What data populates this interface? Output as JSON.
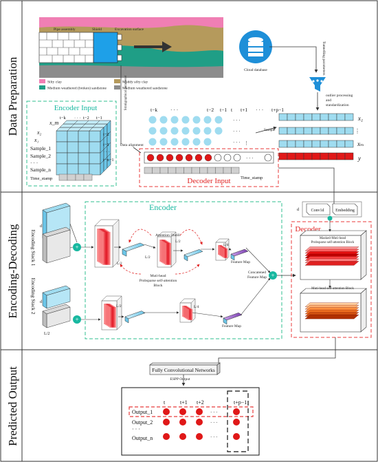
{
  "sections": {
    "data_preparation": "Data Preparation",
    "encoding_decoding": "Encoding-Decoding",
    "predicted_output": "Predicted Output"
  },
  "tbm": {
    "pipe_assembly": "Pipe assembly",
    "shield": "Shield",
    "excavation_surface": "Excavation surface",
    "legend": [
      "Silty clay",
      "Muddy silty clay",
      "Medium weathered (broken) sandstone",
      "Medium weathered sandstone"
    ]
  },
  "colors": {
    "silty_clay": "#f07fb4",
    "muddy_silty_clay": "#b59a5c",
    "broken_sandstone": "#1f9e86",
    "sandstone": "#8c8c8c",
    "green_dash": "#2fbf8f",
    "red_dash": "#e83a3a",
    "cyan": "#9fdcf0",
    "red_cell": "#e01818",
    "accent_teal": "#18b8a0"
  },
  "cloud": {
    "label": "Cloud database",
    "tunnel_params": "Tunnelling parameters",
    "outlier": "outlier processing and standardization"
  },
  "encoder_input": {
    "title": "Encoder Input",
    "x_m": "x_m",
    "t_labels": [
      "t−k",
      "· · ·",
      "t−2",
      "t−1"
    ],
    "rows": [
      "t−2",
      "t−1",
      "· · ·",
      "t−n−1"
    ],
    "samples": [
      "Sample_1",
      "Sample_2",
      "· · ·",
      "Sample_n"
    ],
    "timestamp": "Time_stamp"
  },
  "sequence": {
    "time_labels": [
      "t−k",
      "· · ·",
      "t−2",
      "t−1",
      "t",
      "t+1",
      "· · ·",
      "t+p−1"
    ],
    "sample": "Sample",
    "data_alignment": "Data alignment",
    "geo_params": "Stratigraphical parameter",
    "matrix_labels": [
      "x₁",
      "xₘ",
      "y"
    ]
  },
  "decoder_input": {
    "title": "Decoder Input",
    "timestamp": "Time_stamp"
  },
  "encoding": {
    "encoder_title": "Encoder",
    "decoder_title": "Decoder",
    "stack1": "Encoding Stack 1",
    "stack2": "Encoding Stack 2",
    "attention_distill": "Attention Distill",
    "multihead_block": "Muti-head Probsparse self-attention Block",
    "feature_map": "Feature Map",
    "concat_map": "Concatened Feature Map",
    "conv1d": "Conv1d",
    "embedding": "Embedding",
    "masked_block": "Masked-Muti-head Probsparse self-attention Block",
    "multi_block": "Muti-head self-attention Block",
    "d": "d",
    "half": "L/2",
    "quarter": "L/4",
    "l": "L"
  },
  "output": {
    "fcn": "Fully Convolutional Networks",
    "espp": "ESPP Output",
    "time_labels": [
      "t",
      "t+1",
      "t+2",
      "t+p−1"
    ],
    "rows": [
      "Output_1",
      "Output_2",
      "· · ·",
      "Output_n"
    ],
    "ellipsis": "· · ·"
  }
}
